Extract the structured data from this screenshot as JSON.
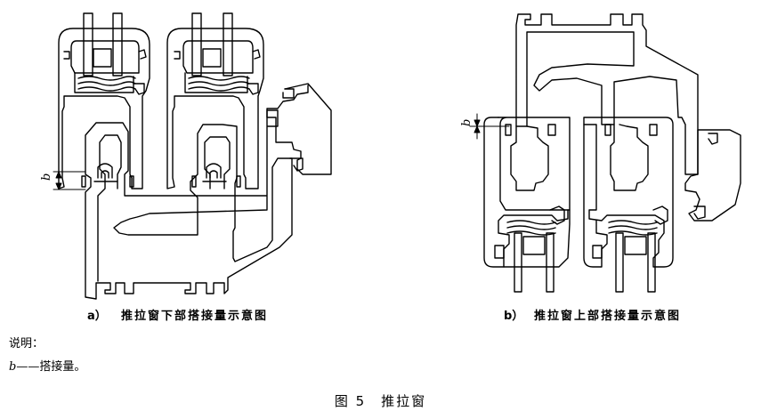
{
  "figure": {
    "title": "图 5　推拉窗",
    "panel_a": {
      "label": "a）",
      "caption": "推拉窗下部搭接量示意图",
      "dim_symbol": "b"
    },
    "panel_b": {
      "label": "b）",
      "caption": "推拉窗上部搭接量示意图",
      "dim_symbol": "b"
    }
  },
  "notes": {
    "heading": "说明：",
    "items": [
      {
        "symbol": "b",
        "text": "——搭接量。"
      }
    ]
  },
  "colors": {
    "line": "#000000",
    "background": "#ffffff"
  }
}
